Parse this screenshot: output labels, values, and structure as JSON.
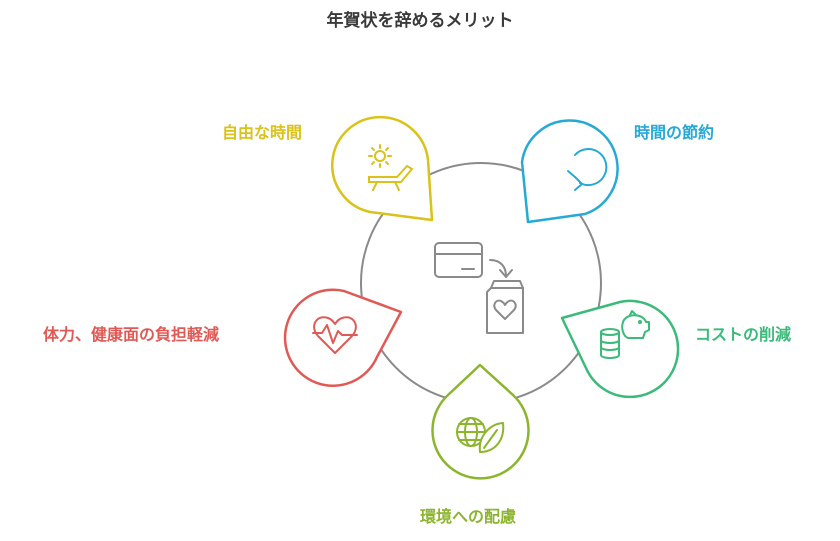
{
  "title": "年賀状を辞めるメリット",
  "items": [
    {
      "label": "自由な時間",
      "icon": "lounge-chair-sun-icon",
      "color": "#d9c21a"
    },
    {
      "label": "時間の節約",
      "icon": "clock-arrow-icon",
      "color": "#27a9d6"
    },
    {
      "label": "コストの削減",
      "icon": "piggy-bank-coins-icon",
      "color": "#3cba7a"
    },
    {
      "label": "環境への配慮",
      "icon": "globe-leaf-icon",
      "color": "#8cb52e"
    },
    {
      "label": "体力、健康面の負担軽減",
      "icon": "heart-pulse-icon",
      "color": "#e05a55"
    }
  ],
  "center": {
    "icon": "card-to-gift-bag-icon",
    "color": "#8a8a8a"
  },
  "ring_color": "#8a8a8a"
}
